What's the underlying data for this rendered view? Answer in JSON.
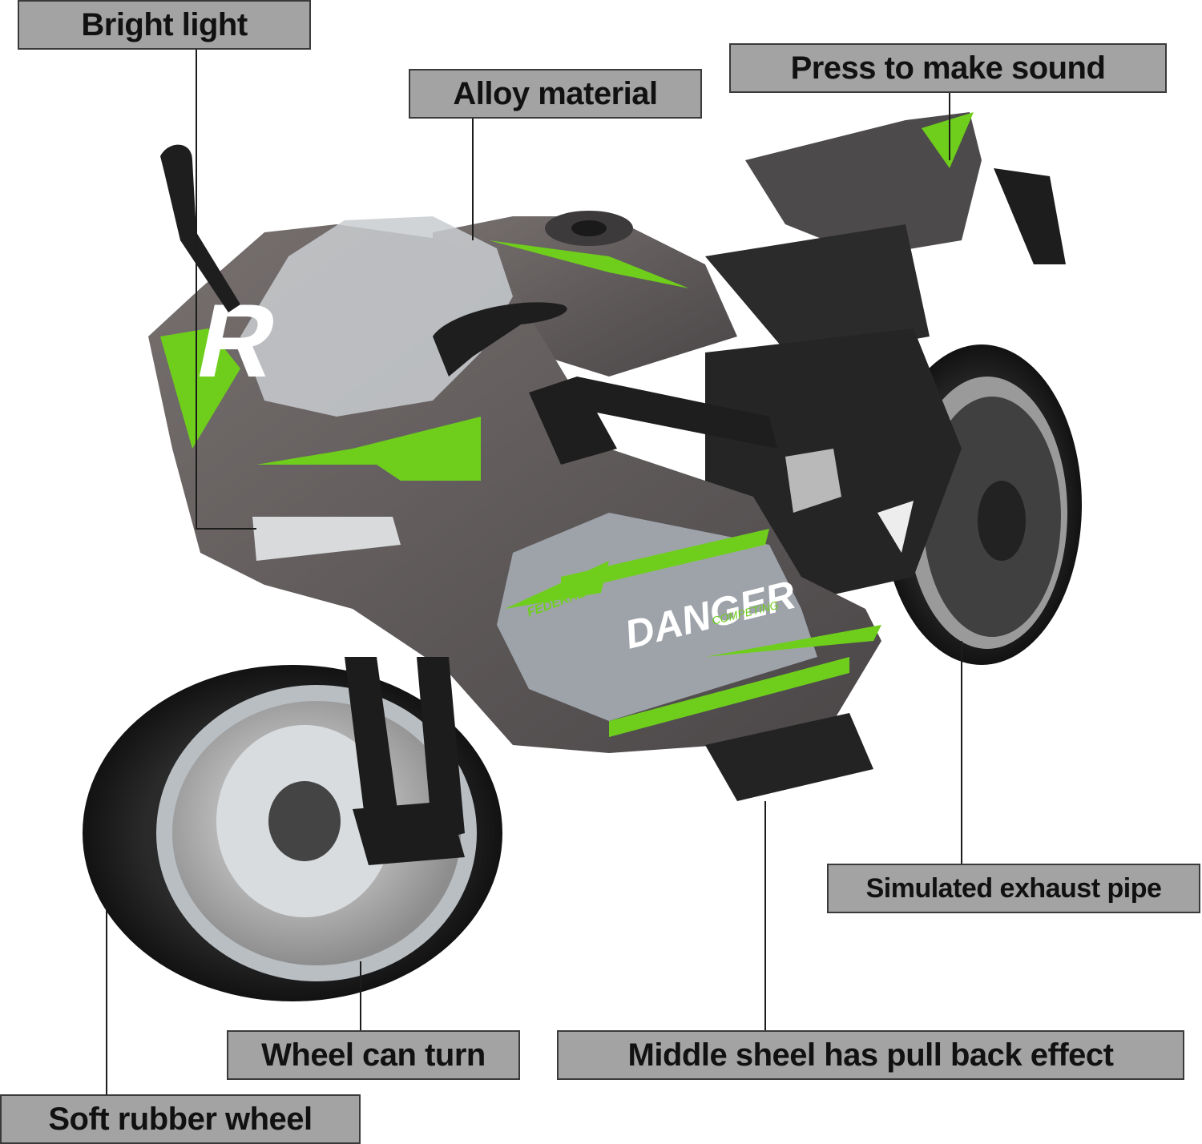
{
  "labels": {
    "bright_light": "Bright light",
    "alloy_material": "Alloy material",
    "press_sound": "Press to make sound",
    "exhaust_pipe": "Simulated exhaust pipe",
    "wheel_turn": "Wheel can turn",
    "middle_wheel": "Middle sheel has pull back effect",
    "soft_wheel": "Soft rubber wheel"
  },
  "decals": {
    "windscreen_letter": "R",
    "side_main": "DANGER",
    "side_sub": "COMPETING",
    "side_small": "FEDERAL"
  },
  "colors": {
    "accent_green": "#6fce1c",
    "body_grey": "#5c5859",
    "panel_grey": "#9ea3aa",
    "label_bg": "#a3a3a3",
    "label_border": "#3a3a3a",
    "tire_black": "#1c1c1c"
  }
}
